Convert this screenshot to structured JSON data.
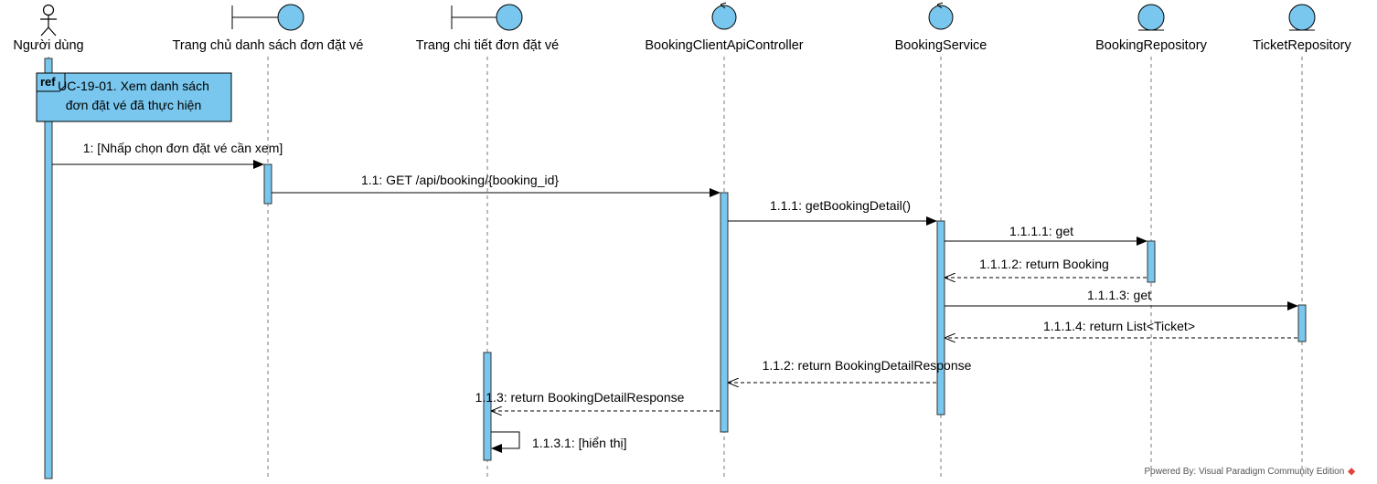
{
  "participants": [
    {
      "id": "user",
      "label": "Người dùng",
      "kind": "actor"
    },
    {
      "id": "list_page",
      "label": "Trang chủ danh sách đơn đặt vé",
      "kind": "boundary"
    },
    {
      "id": "detail_page",
      "label": "Trang chi tiết đơn đặt vé",
      "kind": "boundary"
    },
    {
      "id": "controller",
      "label": "BookingClientApiController",
      "kind": "control"
    },
    {
      "id": "service",
      "label": "BookingService",
      "kind": "control"
    },
    {
      "id": "booking_repo",
      "label": "BookingRepository",
      "kind": "entity"
    },
    {
      "id": "ticket_repo",
      "label": "TicketRepository",
      "kind": "entity"
    }
  ],
  "ref_fragment": {
    "tag": "ref",
    "line1": "UC-19-01. Xem danh sách",
    "line2": "đơn đặt vé đã thực hiện"
  },
  "messages": [
    {
      "label": "1: [Nhấp chọn đơn đặt vé cần xem]",
      "from": "user",
      "to": "list_page",
      "type": "call"
    },
    {
      "label": "1.1: GET /api/booking/{booking_id}",
      "from": "list_page",
      "to": "controller",
      "type": "call"
    },
    {
      "label": "1.1.1: getBookingDetail()",
      "from": "controller",
      "to": "service",
      "type": "call"
    },
    {
      "label": "1.1.1.1: get",
      "from": "service",
      "to": "booking_repo",
      "type": "call"
    },
    {
      "label": "1.1.1.2: return Booking",
      "from": "booking_repo",
      "to": "service",
      "type": "return"
    },
    {
      "label": "1.1.1.3: get",
      "from": "service",
      "to": "ticket_repo",
      "type": "call"
    },
    {
      "label": "1.1.1.4: return List<Ticket>",
      "from": "ticket_repo",
      "to": "service",
      "type": "return"
    },
    {
      "label": "1.1.2: return BookingDetailResponse",
      "from": "service",
      "to": "controller",
      "type": "return"
    },
    {
      "label": "1.1.3: return BookingDetailResponse",
      "from": "controller",
      "to": "detail_page",
      "type": "return"
    },
    {
      "label": "1.1.3.1: [hiển thị]",
      "from": "detail_page",
      "to": "detail_page",
      "type": "self"
    }
  ],
  "footer": {
    "text": "Powered By: Visual Paradigm Community Edition",
    "logo": "visual-paradigm-logo-icon"
  },
  "colors": {
    "activation": "#79c7ee",
    "shape": "#79c7ee"
  }
}
